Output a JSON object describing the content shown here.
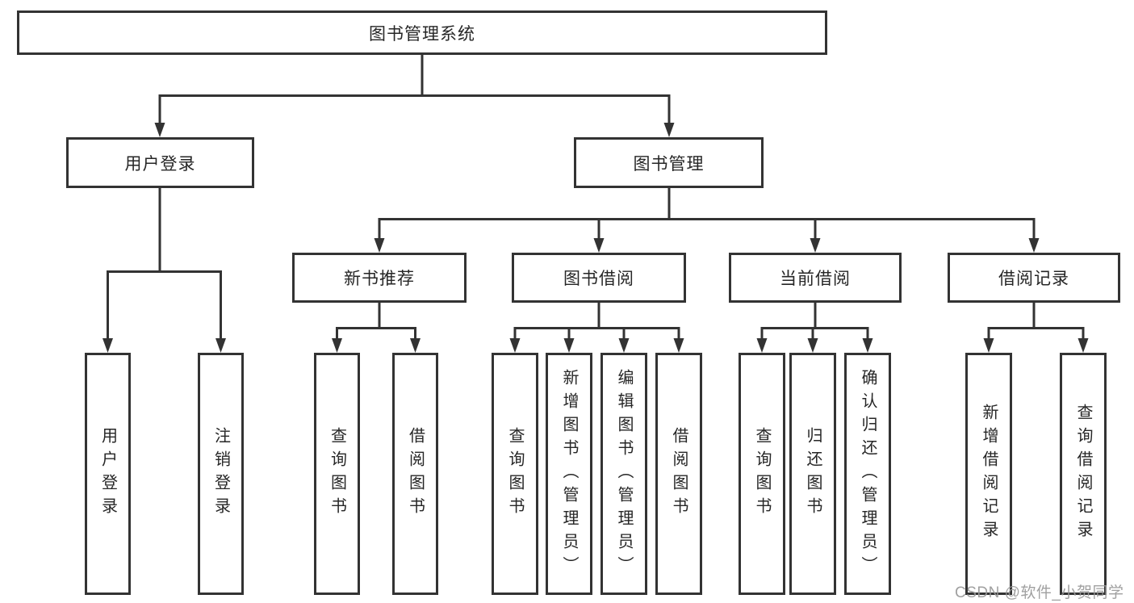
{
  "title": "图书管理系统",
  "user_branch": {
    "label": "用户登录",
    "leaves": [
      "用户登录",
      "注销登录"
    ]
  },
  "mgmt_branch": {
    "label": "图书管理"
  },
  "modules": [
    {
      "label": "新书推荐",
      "leaves": [
        "查询图书",
        "借阅图书"
      ]
    },
    {
      "label": "图书借阅",
      "leaves": [
        "查询图书",
        "新增图书（管理员）",
        "编辑图书（管理员）",
        "借阅图书"
      ]
    },
    {
      "label": "当前借阅",
      "leaves": [
        "查询图书",
        "归还图书",
        "确认归还（管理员）"
      ]
    },
    {
      "label": "借阅记录",
      "leaves": [
        "新增借阅记录",
        "查询借阅记录"
      ]
    }
  ],
  "watermark": "CSDN @软件_小贺同学",
  "colors": {
    "line": "#333333",
    "text": "#262626",
    "background": "#ffffff",
    "watermark": "#989898"
  }
}
